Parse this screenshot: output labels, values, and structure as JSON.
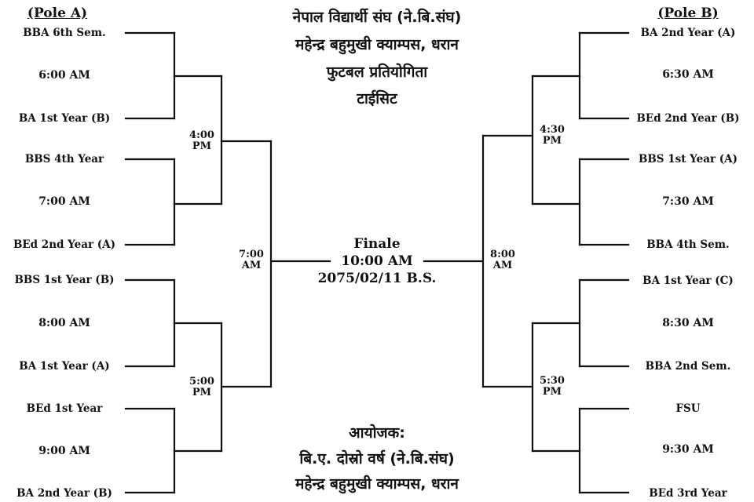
{
  "header": {
    "line1": "नेपाल विद्यार्थी संघ (ने.बि.संघ)",
    "line2": "महेन्द्र बहुमुखी क्याम्पस, धरान",
    "line3": "फुटबल प्रतियोगिता",
    "line4": "टाईसिट"
  },
  "footer": {
    "line1": "आयोजक:",
    "line2": "बि.ए. दोस्रो वर्ष (ने.बि.संघ)",
    "line3": "महेन्द्र बहुमुखी क्याम्पस, धरान"
  },
  "pole_a": {
    "title": "(Pole A)",
    "matches": [
      {
        "team1": "BBA 6th Sem.",
        "time": "6:00 AM",
        "team2": "BA 1st Year (B)"
      },
      {
        "team1": "BBS 4th Year",
        "time": "7:00 AM",
        "team2": "BEd 2nd Year (A)"
      },
      {
        "team1": "BBS 1st Year (B)",
        "time": "8:00 AM",
        "team2": "BA 1st Year (A)"
      },
      {
        "team1": "BEd 1st Year",
        "time": "9:00 AM",
        "team2": "BA 2nd Year (B)"
      }
    ],
    "round2": [
      {
        "line1": "4:00",
        "line2": "PM"
      },
      {
        "line1": "5:00",
        "line2": "PM"
      }
    ],
    "semi": {
      "line1": "7:00",
      "line2": "AM"
    }
  },
  "pole_b": {
    "title": "(Pole B)",
    "matches": [
      {
        "team1": "BA 2nd Year (A)",
        "time": "6:30 AM",
        "team2": "BEd 2nd Year (B)"
      },
      {
        "team1": "BBS 1st Year (A)",
        "time": "7:30 AM",
        "team2": "BBA 4th Sem."
      },
      {
        "team1": "BA 1st Year (C)",
        "time": "8:30 AM",
        "team2": "BBA 2nd Sem."
      },
      {
        "team1": "FSU",
        "time": "9:30 AM",
        "team2": "BEd 3rd Year"
      }
    ],
    "round2": [
      {
        "line1": "4:30",
        "line2": "PM"
      },
      {
        "line1": "5:30",
        "line2": "PM"
      }
    ],
    "semi": {
      "line1": "8:00",
      "line2": "AM"
    }
  },
  "final": {
    "label": "Finale",
    "time": "10:00 AM",
    "date": "2075/02/11 B.S."
  }
}
